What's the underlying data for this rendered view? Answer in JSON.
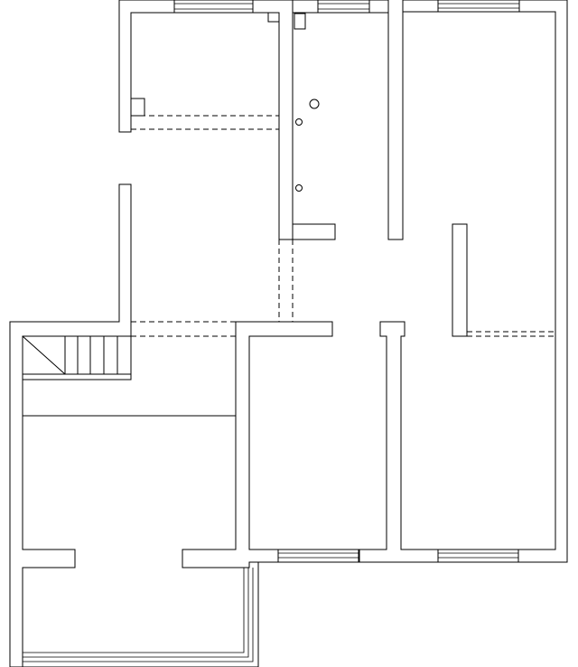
{
  "plan": {
    "kind": "architectural floor plan",
    "line_color": "#000000",
    "background_color": "#ffffff",
    "dashed_openings": 5,
    "windows": 7,
    "stair_treads": 5
  }
}
